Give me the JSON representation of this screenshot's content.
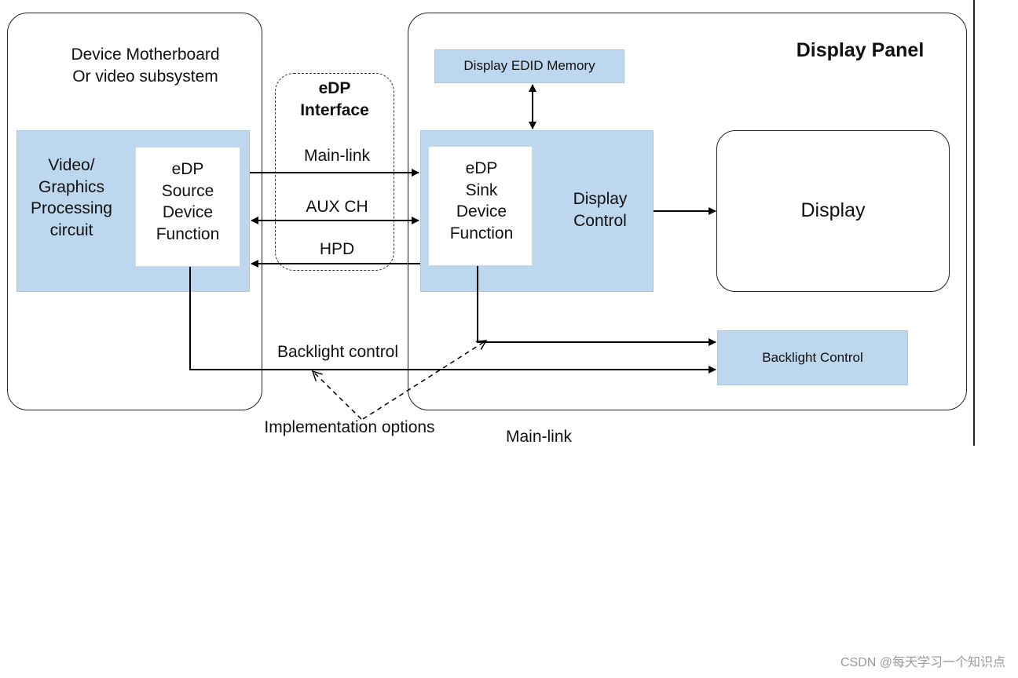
{
  "motherboard": {
    "title_line1": "Device Motherboard",
    "title_line2": "Or video subsystem",
    "gpu_line1": "Video/",
    "gpu_line2": "Graphics",
    "gpu_line3": "Processing",
    "gpu_line4": "circuit",
    "source_line1": "eDP",
    "source_line2": "Source",
    "source_line3": "Device",
    "source_line4": "Function"
  },
  "interface": {
    "title_line1": "eDP",
    "title_line2": "Interface",
    "main_link": "Main-link",
    "aux_ch": "AUX CH",
    "hpd": "HPD"
  },
  "panel": {
    "title": "Display Panel",
    "edid": "Display EDID Memory",
    "sink_line1": "eDP",
    "sink_line2": "Sink",
    "sink_line3": "Device",
    "sink_line4": "Function",
    "control_line1": "Display",
    "control_line2": "Control",
    "display": "Display",
    "backlight": "Backlight Control"
  },
  "annotations": {
    "backlight_control": "Backlight control",
    "implementation_options": "Implementation options",
    "main_link_bottom": "Main-link"
  },
  "watermark": "CSDN @每天学习一个知识点"
}
